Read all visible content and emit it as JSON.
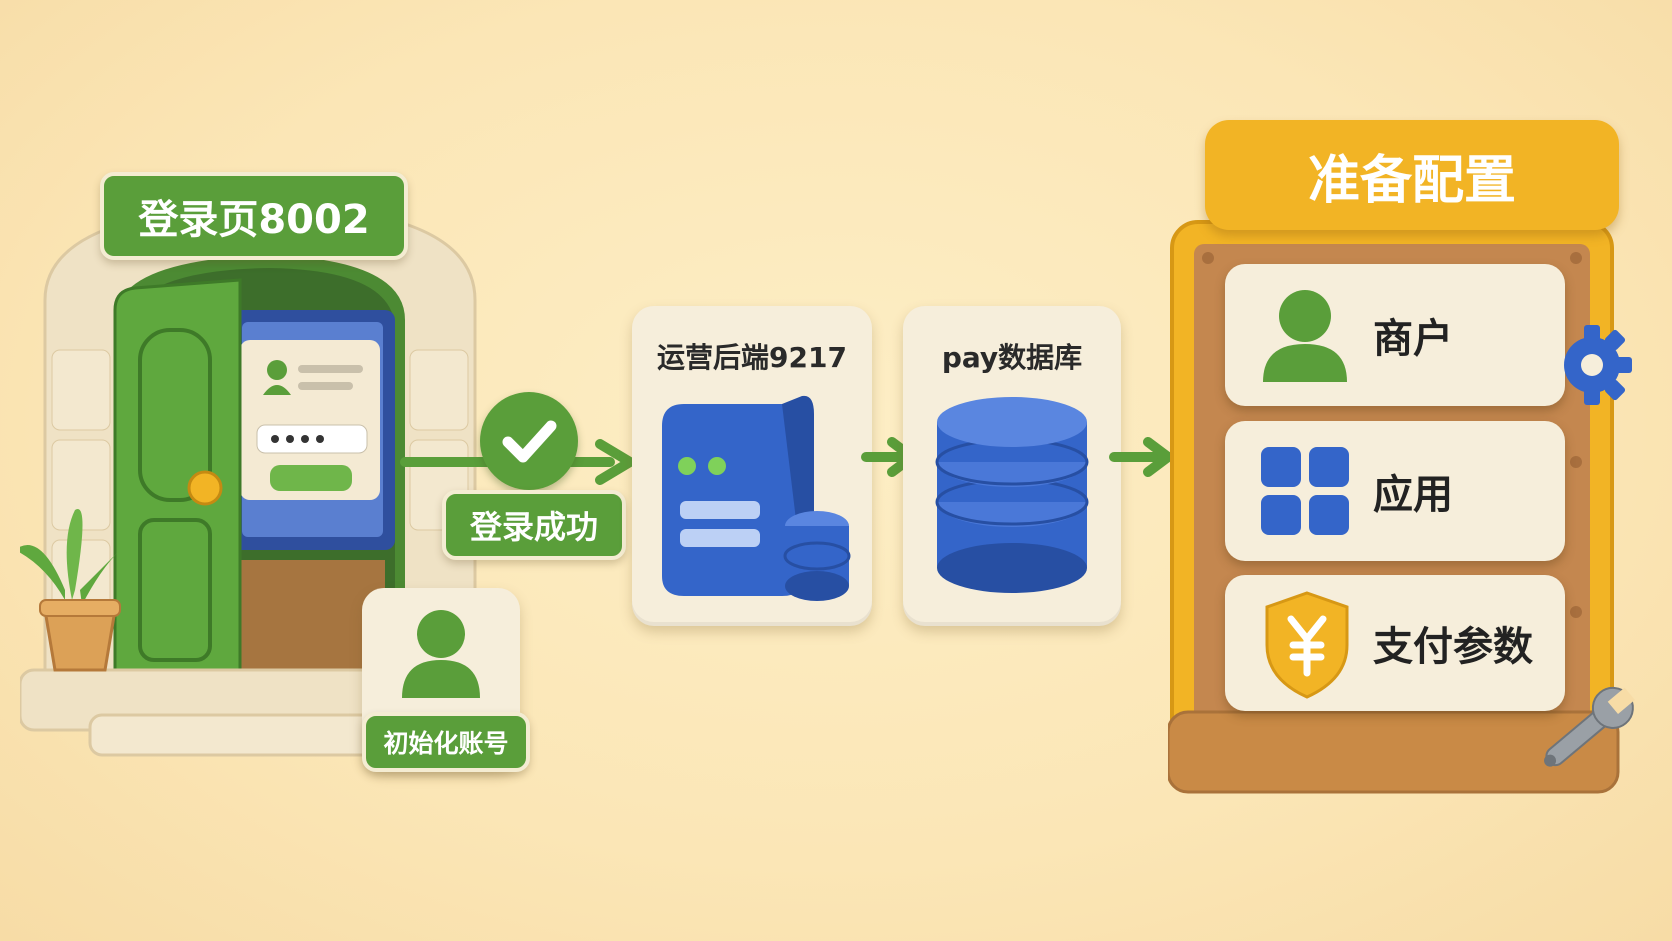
{
  "login": {
    "title": "登录页8002"
  },
  "success": {
    "label": "登录成功"
  },
  "account": {
    "label": "初始化账号"
  },
  "backend": {
    "title": "运营后端9217",
    "icon": "server-icon"
  },
  "database": {
    "title": "pay数据库",
    "icon": "database-icon"
  },
  "config": {
    "title": "准备配置",
    "items": [
      {
        "label": "商户",
        "icon": "user-icon"
      },
      {
        "label": "应用",
        "icon": "grid-icon"
      },
      {
        "label": "支付参数",
        "icon": "yuan-shield-icon"
      }
    ]
  },
  "colors": {
    "green": "#5a9e3a",
    "blue": "#3465c9",
    "yellow": "#f2b425",
    "wood": "#c4874f",
    "background": "#fbe6b6"
  }
}
